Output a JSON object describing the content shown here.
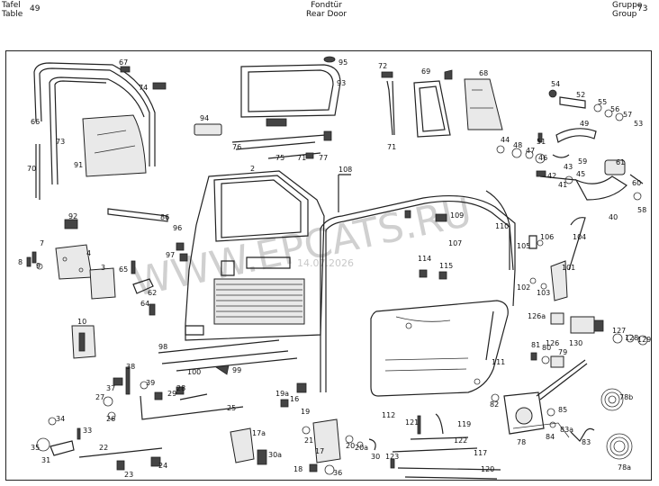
{
  "header": {
    "left_label_de": "Tafel",
    "left_label_en": "Table",
    "table_number": "49",
    "title_de": "Fondtür",
    "title_en": "Rear Door",
    "right_label_de": "Gruppe",
    "right_label_en": "Group",
    "group_number": "73"
  },
  "watermark": {
    "text": "WWW.EPCATS.RU",
    "date": "14.07.2026"
  },
  "callouts": [
    {
      "id": "67",
      "text": "67"
    },
    {
      "id": "74",
      "text": "74"
    },
    {
      "id": "66",
      "text": "66"
    },
    {
      "id": "73",
      "text": "73"
    },
    {
      "id": "70",
      "text": "70"
    },
    {
      "id": "91",
      "text": "91"
    },
    {
      "id": "95",
      "text": "95"
    },
    {
      "id": "93",
      "text": "93"
    },
    {
      "id": "94",
      "text": "94"
    },
    {
      "id": "76",
      "text": "76"
    },
    {
      "id": "75",
      "text": "75"
    },
    {
      "id": "71a",
      "text": "71"
    },
    {
      "id": "77",
      "text": "77"
    },
    {
      "id": "72",
      "text": "72"
    },
    {
      "id": "71",
      "text": "71"
    },
    {
      "id": "69",
      "text": "69"
    },
    {
      "id": "68",
      "text": "68"
    },
    {
      "id": "54",
      "text": "54"
    },
    {
      "id": "52",
      "text": "52"
    },
    {
      "id": "55",
      "text": "55"
    },
    {
      "id": "56",
      "text": "56"
    },
    {
      "id": "57",
      "text": "57"
    },
    {
      "id": "53",
      "text": "53"
    },
    {
      "id": "49",
      "text": "49"
    },
    {
      "id": "51",
      "text": "51"
    },
    {
      "id": "44",
      "text": "44"
    },
    {
      "id": "48",
      "text": "48"
    },
    {
      "id": "47",
      "text": "47"
    },
    {
      "id": "46",
      "text": "46"
    },
    {
      "id": "59",
      "text": "59"
    },
    {
      "id": "61",
      "text": "61"
    },
    {
      "id": "43",
      "text": "43"
    },
    {
      "id": "45",
      "text": "45"
    },
    {
      "id": "42",
      "text": "42"
    },
    {
      "id": "60",
      "text": "60"
    },
    {
      "id": "41",
      "text": "41"
    },
    {
      "id": "58",
      "text": "58"
    },
    {
      "id": "40",
      "text": "40"
    },
    {
      "id": "2",
      "text": "2"
    },
    {
      "id": "108",
      "text": "108"
    },
    {
      "id": "109",
      "text": "109"
    },
    {
      "id": "110",
      "text": "110"
    },
    {
      "id": "107",
      "text": "107"
    },
    {
      "id": "92",
      "text": "92"
    },
    {
      "id": "86",
      "text": "86"
    },
    {
      "id": "7",
      "text": "7"
    },
    {
      "id": "8",
      "text": "8"
    },
    {
      "id": "9",
      "text": "9"
    },
    {
      "id": "4",
      "text": "4"
    },
    {
      "id": "3",
      "text": "3"
    },
    {
      "id": "65",
      "text": "65"
    },
    {
      "id": "96",
      "text": "96"
    },
    {
      "id": "97",
      "text": "97"
    },
    {
      "id": "62",
      "text": "62"
    },
    {
      "id": "64",
      "text": "64"
    },
    {
      "id": "10",
      "text": "10"
    },
    {
      "id": "114",
      "text": "114"
    },
    {
      "id": "115",
      "text": "115"
    },
    {
      "id": "105",
      "text": "105"
    },
    {
      "id": "106",
      "text": "106"
    },
    {
      "id": "104",
      "text": "104"
    },
    {
      "id": "101",
      "text": "101"
    },
    {
      "id": "102",
      "text": "102"
    },
    {
      "id": "103",
      "text": "103"
    },
    {
      "id": "126a",
      "text": "126a"
    },
    {
      "id": "126",
      "text": "126"
    },
    {
      "id": "130",
      "text": "130"
    },
    {
      "id": "127",
      "text": "127"
    },
    {
      "id": "128",
      "text": "128"
    },
    {
      "id": "129",
      "text": "129"
    },
    {
      "id": "98",
      "text": "98"
    },
    {
      "id": "100",
      "text": "100"
    },
    {
      "id": "99",
      "text": "99"
    },
    {
      "id": "81",
      "text": "81"
    },
    {
      "id": "80",
      "text": "80"
    },
    {
      "id": "79",
      "text": "79"
    },
    {
      "id": "111",
      "text": "111"
    },
    {
      "id": "38",
      "text": "38"
    },
    {
      "id": "39",
      "text": "39"
    },
    {
      "id": "37",
      "text": "37"
    },
    {
      "id": "27",
      "text": "27"
    },
    {
      "id": "26",
      "text": "26"
    },
    {
      "id": "29",
      "text": "29"
    },
    {
      "id": "28",
      "text": "28"
    },
    {
      "id": "19a",
      "text": "19a"
    },
    {
      "id": "16",
      "text": "16"
    },
    {
      "id": "19",
      "text": "19"
    },
    {
      "id": "25",
      "text": "25"
    },
    {
      "id": "82",
      "text": "82"
    },
    {
      "id": "78b",
      "text": "78b"
    },
    {
      "id": "34",
      "text": "34"
    },
    {
      "id": "33",
      "text": "33"
    },
    {
      "id": "35",
      "text": "35"
    },
    {
      "id": "31",
      "text": "31"
    },
    {
      "id": "22",
      "text": "22"
    },
    {
      "id": "24",
      "text": "24"
    },
    {
      "id": "23",
      "text": "23"
    },
    {
      "id": "17a",
      "text": "17a"
    },
    {
      "id": "30a",
      "text": "30a"
    },
    {
      "id": "21",
      "text": "21"
    },
    {
      "id": "20",
      "text": "20"
    },
    {
      "id": "20a",
      "text": "20a"
    },
    {
      "id": "17",
      "text": "17"
    },
    {
      "id": "30",
      "text": "30"
    },
    {
      "id": "18",
      "text": "18"
    },
    {
      "id": "36",
      "text": "36"
    },
    {
      "id": "112",
      "text": "112"
    },
    {
      "id": "121",
      "text": "121"
    },
    {
      "id": "119",
      "text": "119"
    },
    {
      "id": "122",
      "text": "122"
    },
    {
      "id": "117",
      "text": "117"
    },
    {
      "id": "123",
      "text": "123"
    },
    {
      "id": "120",
      "text": "120"
    },
    {
      "id": "85",
      "text": "85"
    },
    {
      "id": "84",
      "text": "84"
    },
    {
      "id": "83a",
      "text": "83a"
    },
    {
      "id": "83",
      "text": "83"
    },
    {
      "id": "78",
      "text": "78"
    },
    {
      "id": "78a",
      "text": "78a"
    }
  ]
}
